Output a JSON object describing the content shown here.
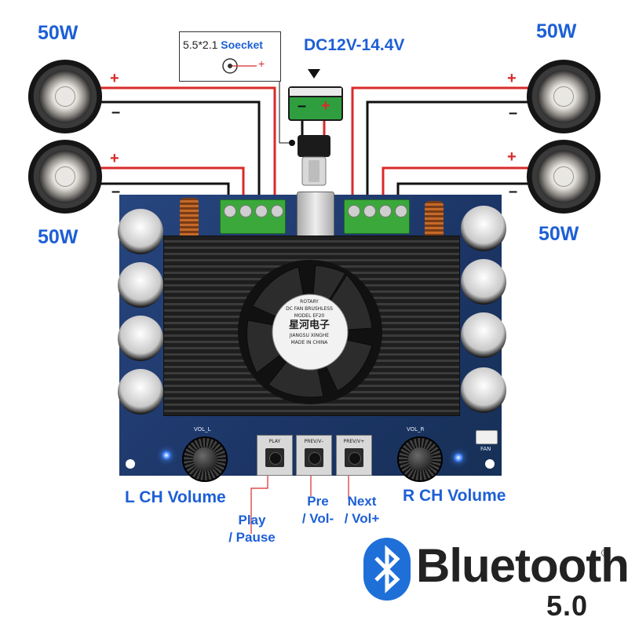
{
  "speakers": [
    {
      "id": "top-left",
      "power": "50W"
    },
    {
      "id": "bottom-left",
      "power": "50W"
    },
    {
      "id": "top-right",
      "power": "50W"
    },
    {
      "id": "bottom-right",
      "power": "50W"
    }
  ],
  "polarity": {
    "plus": "+",
    "minus": "–"
  },
  "power_input": {
    "voltage": "DC12V-14.4V",
    "socket_size": "5.5*2.1",
    "socket_label": "Soecket",
    "socket_plus": "+",
    "battery_minus": "–",
    "battery_plus": "+"
  },
  "board": {
    "vol_l": "VOL_L",
    "vol_r": "VOL_R",
    "btn_play": "PLAY",
    "btn_prev": "PREV/V–",
    "btn_next": "PREV/V+",
    "fan_text": [
      "ROTARY",
      "DC FAN BRUSHLESS",
      "MODEL EF20",
      "星河电子",
      "JIANGSU XINGHE",
      "MADE IN CHINA"
    ],
    "fan_connector": "FAN"
  },
  "labels": {
    "l_ch_volume": "L CH Volume",
    "r_ch_volume": "R CH Volume",
    "play_line1": "Play",
    "play_line2": "/ Pause",
    "pre_line1": "Pre",
    "pre_line2": "/ Vol-",
    "next_line1": "Next",
    "next_line2": "/ Vol+"
  },
  "branding": {
    "wordmark": "Bluetooth",
    "registered": "®",
    "version": "5.0"
  },
  "colors": {
    "label_blue": "#1d5fd6",
    "wire_red": "#d92a2a",
    "wire_black": "#111111",
    "pcb_blue": "#1d3a73",
    "terminal_green": "#3aa83a",
    "bluetooth_blue": "#1f6fd8"
  },
  "icons": [
    "speaker-icon",
    "dc-socket-icon",
    "battery-icon",
    "fan-icon",
    "bluetooth-icon",
    "down-triangle-icon"
  ]
}
